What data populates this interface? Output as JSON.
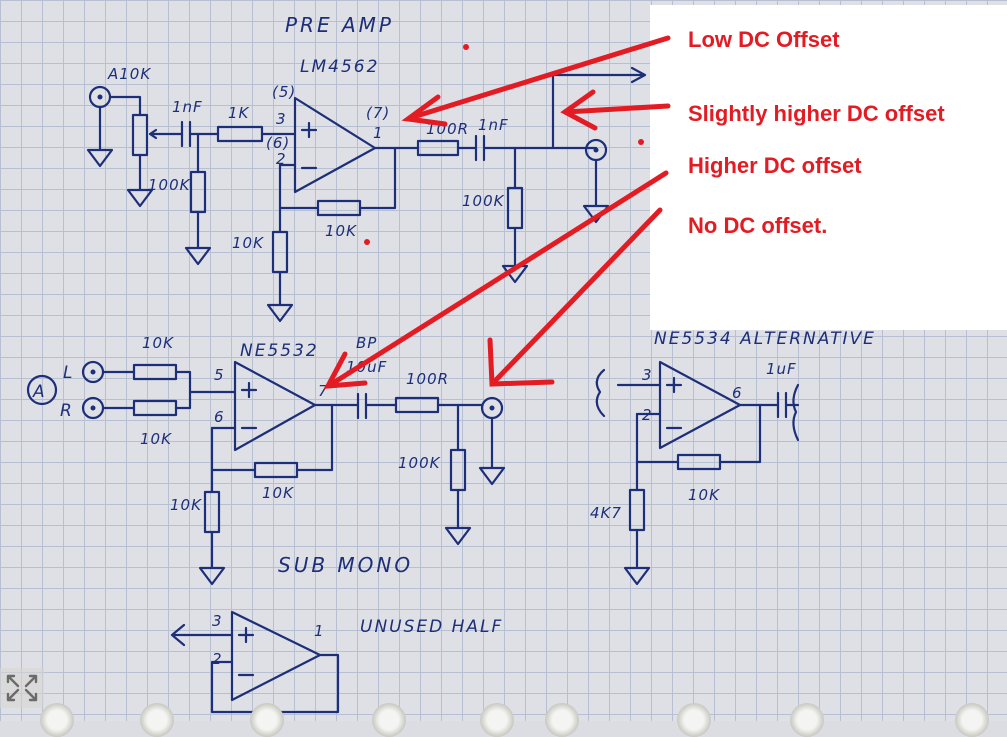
{
  "notes": {
    "low": "Low DC Offset",
    "slightly_higher": "Slightly higher DC offset",
    "higher": "Higher DC offset",
    "none": "No DC offset."
  },
  "colors": {
    "annotation": "#e31b23",
    "ink": "#1c2f78",
    "paper": "#dfe0e6"
  },
  "labels": {
    "preamp_title": "PRE AMP",
    "preamp_chip": "LM4562",
    "pot": "A10K",
    "cap_1nf_a": "1nF",
    "res_1k": "1K",
    "pin_3": "3",
    "pin_3_paren": "(5)",
    "pin_2": "2",
    "pin_2_paren": "(6)",
    "pin_1": "1",
    "pin_1_paren": "(7)",
    "res_100k_a": "100K",
    "res_10k_fb_a": "10K",
    "res_10k_gnd_a": "10K",
    "res_100r_a": "100R",
    "cap_1nf_b": "1nF",
    "res_100k_b": "100K",
    "sub_chip": "NE5532",
    "cap_bp": "BP",
    "cap_10uf": "10uF",
    "input_l": "L",
    "input_r": "R",
    "node_a": "A",
    "res_10k_l": "10K",
    "res_10k_r": "10K",
    "pin_5": "5",
    "pin_6": "6",
    "pin_7": "7",
    "res_100r_b": "100R",
    "res_100k_c": "100K",
    "res_10k_fb_b": "10K",
    "res_10k_gnd_b": "10K",
    "sub_title": "SUB MONO",
    "alt_title": "NE5534 ALTERNATIVE",
    "alt_pin_3": "3",
    "alt_pin_2": "2",
    "alt_pin_6": "6",
    "alt_cap": "1uF",
    "alt_res_4k7": "4K7",
    "alt_res_10k": "10K",
    "unused_title": "UNUSED HALF",
    "unused_pin_3": "3",
    "unused_pin_2": "2",
    "unused_pin_1": "1"
  },
  "icons": {
    "expand": "expand-arrows-icon"
  }
}
